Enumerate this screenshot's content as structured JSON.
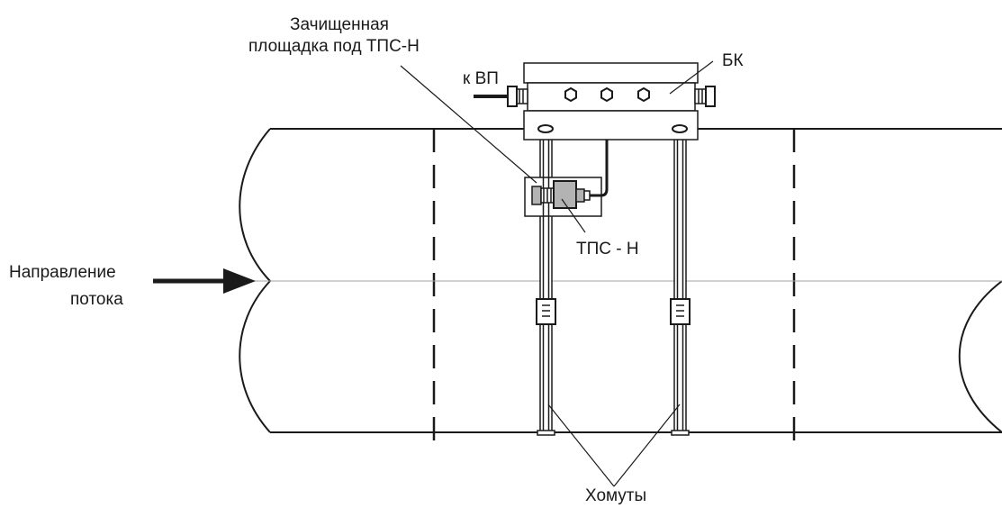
{
  "labels": {
    "pad_line1": "Зачищенная",
    "pad_line2": "площадка под ТПС-Н",
    "to_vp": "к ВП",
    "bk": "БК",
    "tps": "ТПС - Н",
    "flow_line1": "Направление",
    "flow_line2": "потока",
    "clamps": "Хомуты"
  },
  "colors": {
    "line": "#1a1a1a",
    "sensor_fill": "#b3b3b3",
    "centerline": "#a0a0a0",
    "background": "#ffffff"
  }
}
